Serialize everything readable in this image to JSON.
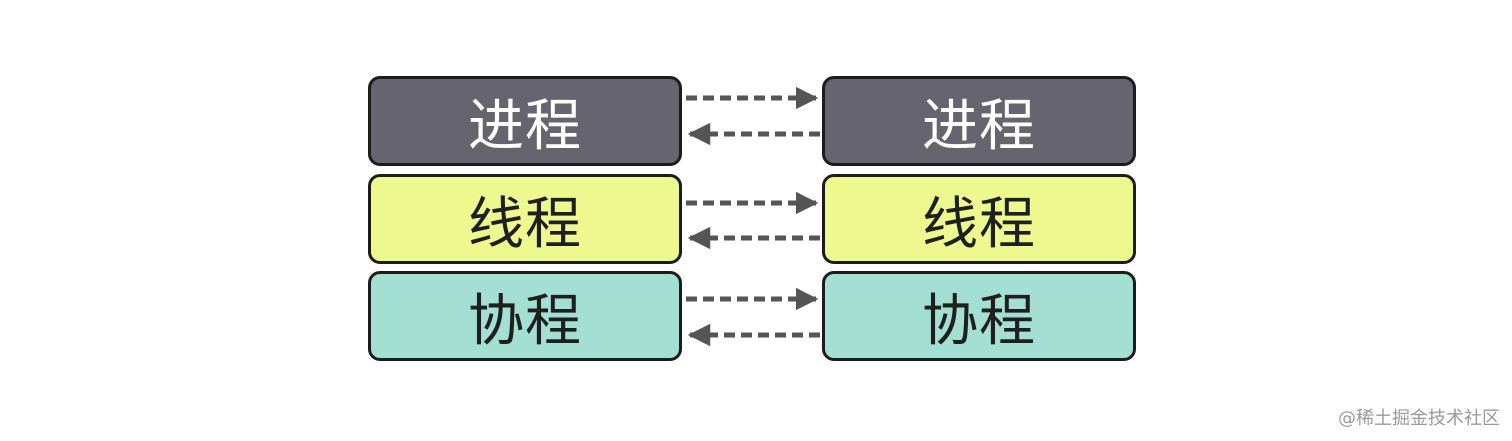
{
  "diagram": {
    "rows": [
      {
        "left_label": "进程",
        "right_label": "进程",
        "color": "#66646e"
      },
      {
        "left_label": "线程",
        "right_label": "线程",
        "color": "#edf88f"
      },
      {
        "left_label": "协程",
        "right_label": "协程",
        "color": "#a3dfd2"
      }
    ],
    "arrow_color": "#555555",
    "border_color": "#1c1c1c"
  },
  "watermark": "@稀土掘金技术社区"
}
